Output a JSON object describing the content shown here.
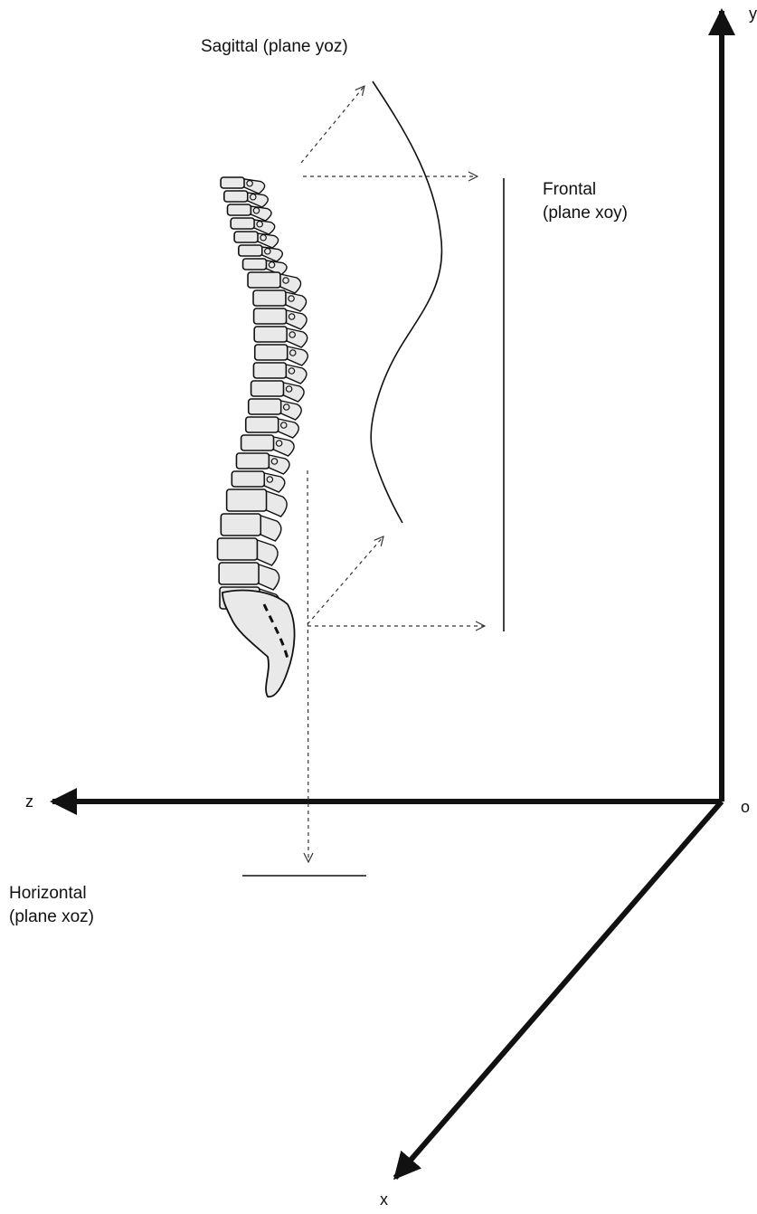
{
  "labels": {
    "sagittal": "Sagittal (plane yoz)",
    "frontal_line1": "Frontal",
    "frontal_line2": "(plane xoy)",
    "horizontal_line1": "Horizontal",
    "horizontal_line2": "(plane xoz)"
  },
  "axes": {
    "y": "y",
    "z": "z",
    "x": "x",
    "origin": "o"
  },
  "colors": {
    "ink": "#111111",
    "vertebra_fill": "#e9e9e9",
    "background": "#ffffff"
  }
}
